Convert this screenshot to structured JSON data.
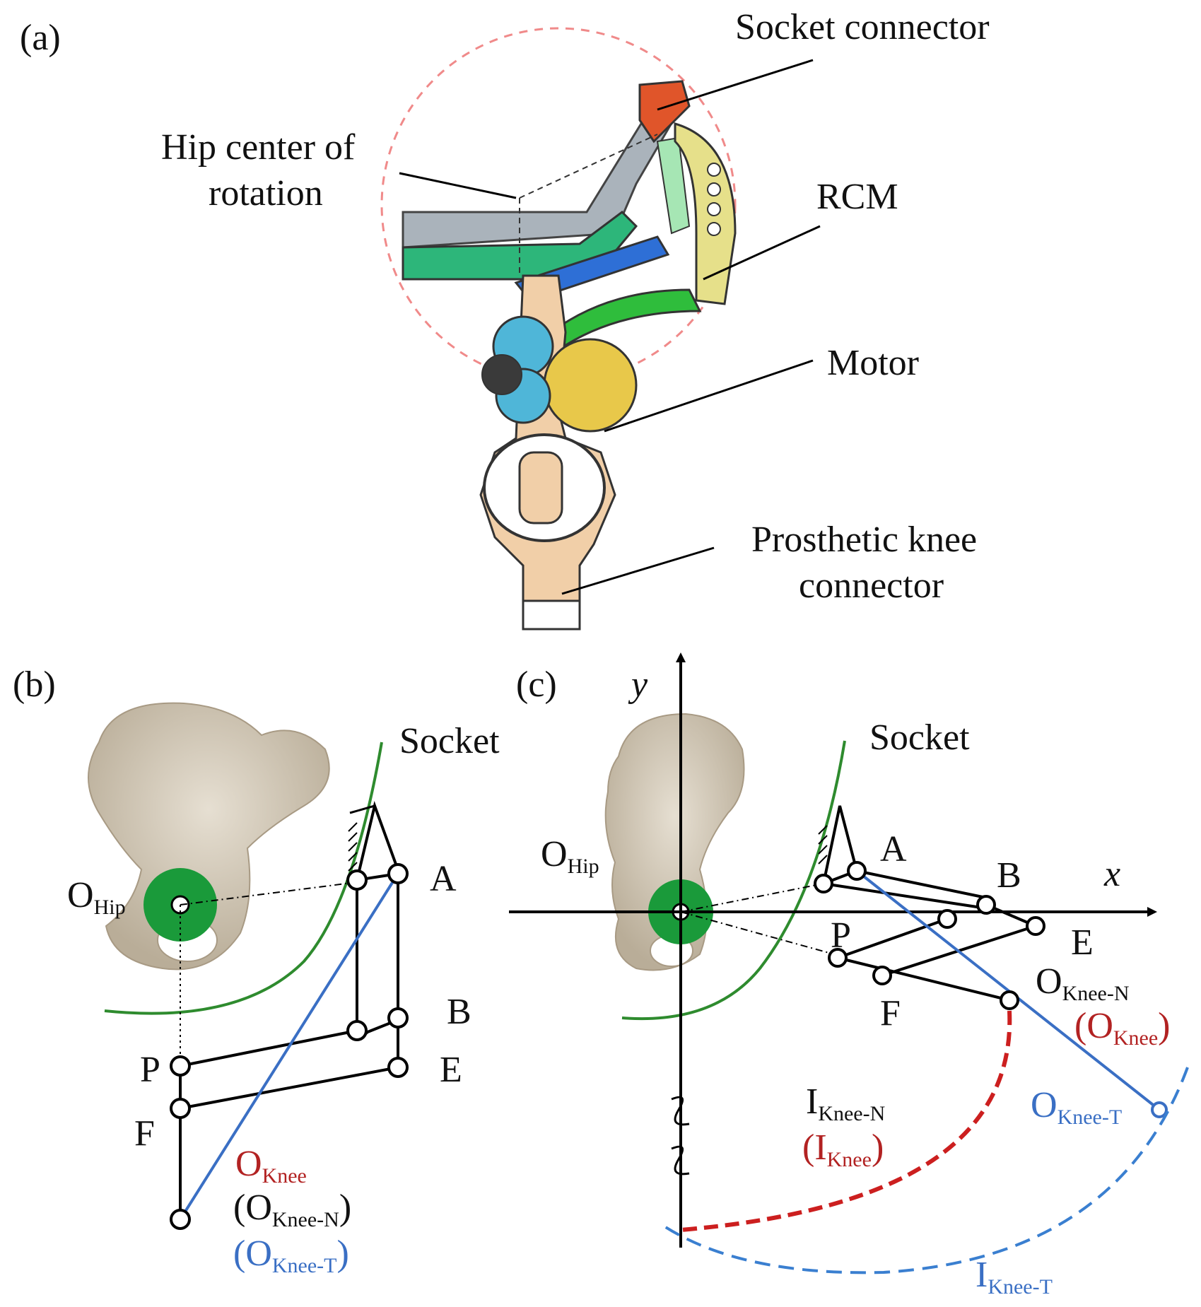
{
  "panel_a": {
    "tag": "(a)",
    "labels": {
      "socket_connector": "Socket connector",
      "hip_center_line1": "Hip center of",
      "hip_center_line2": "rotation",
      "rcm": "RCM",
      "motor": "Motor",
      "knee_connector_line1": "Prosthetic knee",
      "knee_connector_line2": "connector"
    }
  },
  "panel_b": {
    "tag": "(b)",
    "socket": "Socket",
    "o_hip_main": "O",
    "o_hip_sub": "Hip",
    "points": {
      "A": "A",
      "B": "B",
      "E": "E",
      "P": "P",
      "F": "F"
    },
    "o_knee_main": "O",
    "o_knee_sub": "Knee",
    "o_knee_n_open": "(O",
    "o_knee_n_sub": "Knee-N",
    "o_knee_n_close": ")",
    "o_knee_t_open": "(O",
    "o_knee_t_sub": "Knee-T",
    "o_knee_t_close": ")"
  },
  "panel_c": {
    "tag": "(c)",
    "axis_y": "y",
    "axis_x": "x",
    "socket": "Socket",
    "o_hip_main": "O",
    "o_hip_sub": "Hip",
    "points": {
      "A": "A",
      "B": "B",
      "E": "E",
      "P": "P",
      "F": "F"
    },
    "o_knee_n_main": "O",
    "o_knee_n_sub": "Knee-N",
    "o_knee_paren_open": "(O",
    "o_knee_paren_sub": "Knee",
    "o_knee_paren_close": ")",
    "o_knee_t_main": "O",
    "o_knee_t_sub": "Knee-T",
    "i_knee_n_main": "I",
    "i_knee_n_sub": "Knee-N",
    "i_knee_paren_open": "(I",
    "i_knee_paren_sub": "Knee",
    "i_knee_paren_close": ")",
    "i_knee_t_main": "I",
    "i_knee_t_sub": "Knee-T"
  },
  "colors": {
    "socket_curve": "#2e8b2e",
    "knee_line": "#3a6fc4",
    "normal_trajectory": "#cc1f1f",
    "transfemoral_trajectory": "#3a7fd0",
    "bone": "#d8cfc0",
    "acetabulum": "#1a9a3a"
  }
}
